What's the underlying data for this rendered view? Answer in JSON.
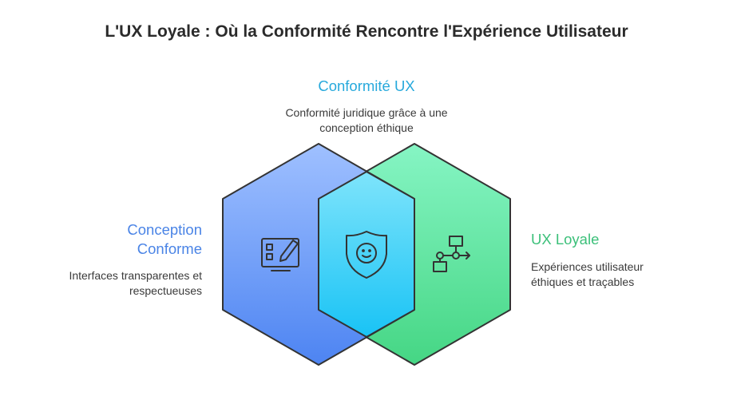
{
  "title": "L'UX Loyale : Où la Conformité Rencontre l'Expérience Utilisateur",
  "colors": {
    "blue": "#4f86ef",
    "cyan": "#3ec8ef",
    "green": "#4dd98f",
    "stroke": "#333333",
    "heading_blue": "#4a84e6",
    "heading_cyan": "#27a9dc",
    "heading_green": "#3cc07a"
  },
  "top": {
    "heading": "Conformité UX",
    "desc_line1": "Conformité juridique grâce à une",
    "desc_line2": "conception éthique",
    "icon": "shield-face-icon"
  },
  "left": {
    "heading_line1": "Conception",
    "heading_line2": "Conforme",
    "desc_line1": "Interfaces transparentes et",
    "desc_line2": "respectueuses",
    "icon": "monitor-edit-icon"
  },
  "right": {
    "heading": "UX Loyale",
    "desc_line1": "Expériences utilisateur",
    "desc_line2": "éthiques et traçables",
    "icon": "flow-chart-icon"
  }
}
